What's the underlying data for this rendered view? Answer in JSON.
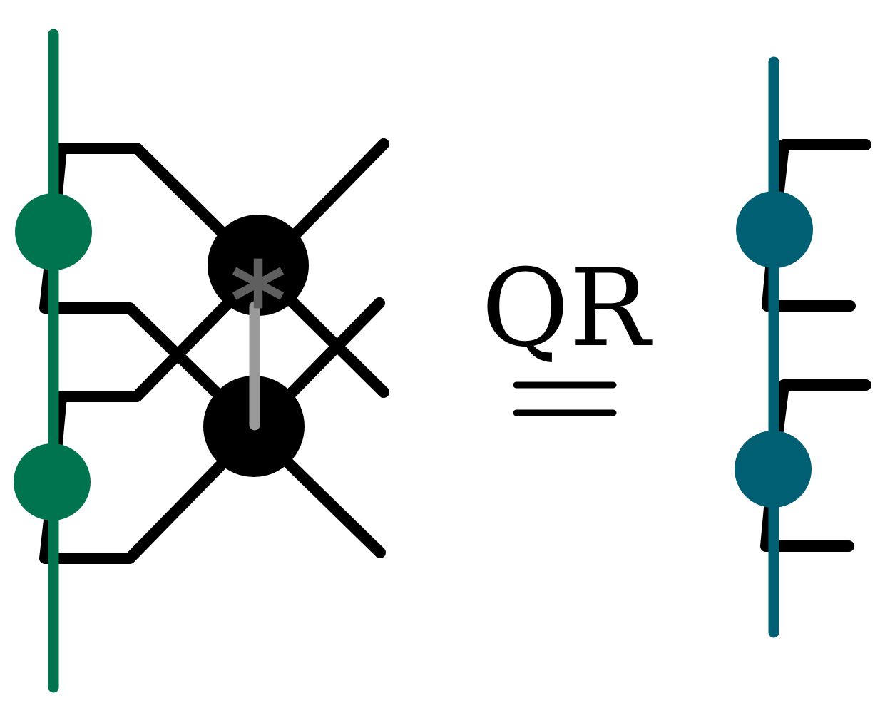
{
  "diagram": {
    "relation_label": "QR",
    "equals_symbol": "=",
    "conjugate_marker": "*",
    "left_network": {
      "mps_tensors": 2,
      "gate_tensors": 2,
      "mps_color": "#00734F",
      "gate_color": "#000000",
      "conjugate_marker_color": "#5f5f5f",
      "gate_bond_color": "#9a9a9a"
    },
    "right_network": {
      "tensors": 2,
      "color": "#005F73"
    },
    "leg_color": "#000000"
  }
}
